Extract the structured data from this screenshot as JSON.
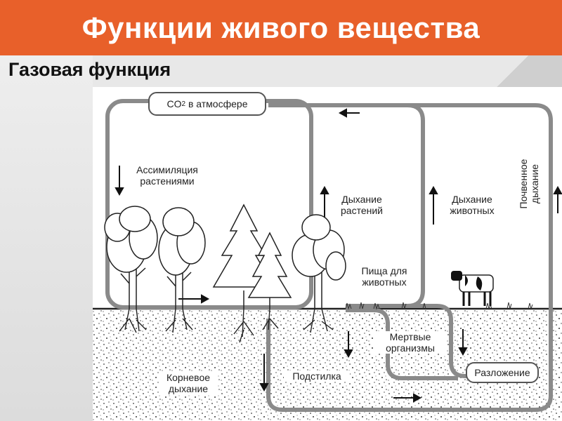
{
  "slide": {
    "title": "Функции живого вещества",
    "subtitle": "Газовая функция"
  },
  "diagram": {
    "co2_label_prefix": "CO",
    "co2_label_sub": "2",
    "co2_label_suffix": " в атмосфере",
    "assimilation": [
      "Ассимиляция",
      "растениями"
    ],
    "plant_respiration": [
      "Дыхание",
      "растений"
    ],
    "animal_respiration": [
      "Дыхание",
      "животных"
    ],
    "soil_respiration": [
      "Почвенное",
      "дыхание"
    ],
    "animal_food": [
      "Пища для",
      "животных"
    ],
    "dead_organisms": [
      "Мертвые",
      "организмы"
    ],
    "decomposition": "Разложение",
    "litter": "Подстилка",
    "root_respiration": [
      "Корневое",
      "дыхание"
    ]
  },
  "colors": {
    "title_bar": "#e8602a",
    "cycle_line": "#8a8a8a",
    "soil_dots": "#3a3a3a"
  }
}
